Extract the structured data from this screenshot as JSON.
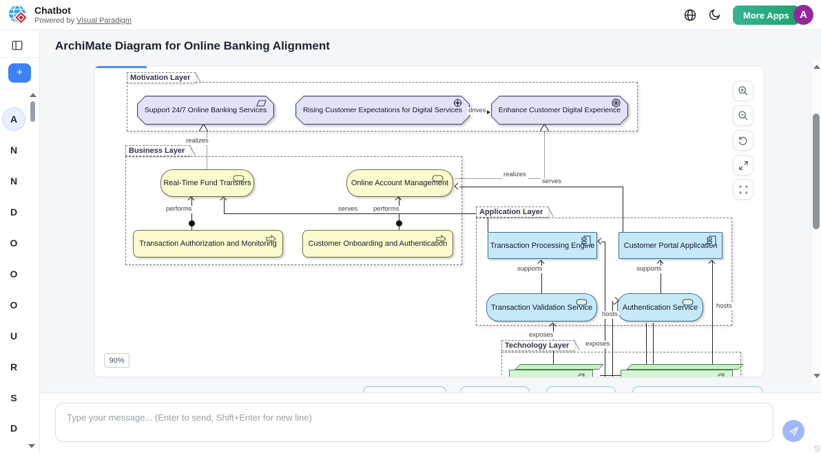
{
  "header": {
    "app_title": "Chatbot",
    "powered_by": "Powered by ",
    "powered_link": "Visual Paradigm",
    "more_apps_label": "More Apps",
    "avatar_initial": "A"
  },
  "page": {
    "title": "ArchiMate Diagram for Online Banking Alignment",
    "zoom_badge": "90%"
  },
  "sidebar": {
    "new_chat_label": "+",
    "letters": [
      "A",
      "N",
      "N",
      "D",
      "O",
      "O",
      "O",
      "U",
      "R",
      "S",
      "D"
    ],
    "active_index": 0
  },
  "chat": {
    "placeholder": "Type your message... (Enter to send, Shift+Enter for new line)"
  },
  "diagram": {
    "layers": {
      "motivation": "Motivation Layer",
      "business": "Business Layer",
      "application": "Application Layer",
      "technology": "Technology Layer"
    },
    "nodes": {
      "support247": "Support 24/7 Online Banking Services",
      "rising_expectations": "Rising Customer Expectations for Digital Services",
      "enhance_experience": "Enhance Customer Digital Experience",
      "rtft": "Real-Time Fund Transfers",
      "oam": "Online Account Management",
      "tam": "Transaction Authorization and Monitoring",
      "coa": "Customer Onboarding and Authentication",
      "tpe": "Transaction Processing Engine",
      "cpa": "Customer Portal Application",
      "tvs": "Transaction Validation Service",
      "auth": "Authentication Service"
    },
    "relations": {
      "realizes": "realizes",
      "drives": "drives",
      "performs": "performs",
      "serves": "serves",
      "supports": "supports",
      "hosts": "hosts",
      "exposes": "exposes"
    }
  },
  "colors": {
    "accent_blue": "#4f8df6",
    "more_apps_green": "#24a97e",
    "avatar_purple": "#93299c",
    "send_button_blue": "#9fb8f7",
    "motivation_fill": "#e3e3f7",
    "business_fill": "#fbfcce",
    "application_fill": "#c6e9f8",
    "technology_fill": "#d5f6d2"
  }
}
